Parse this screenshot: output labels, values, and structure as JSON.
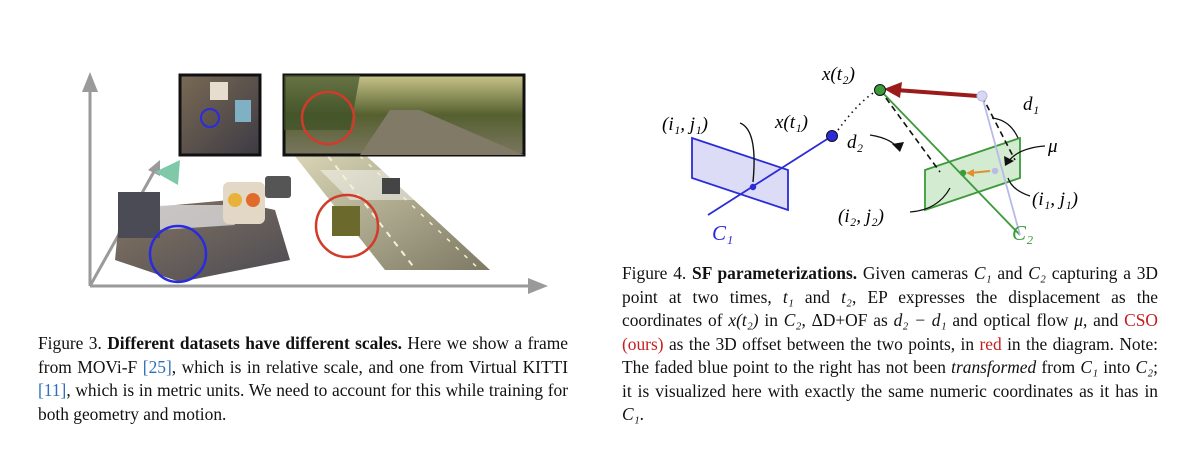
{
  "figure3": {
    "caption": {
      "label": "Figure 3.",
      "title": "Different datasets have different scales.",
      "t1": " Here we show a frame from MOVi-F ",
      "cite1": "[25]",
      "t2": ", which is in relative scale, and one from Virtual KITTI ",
      "cite2": "[11]",
      "t3": ", which is in metric units. We need to account for this while training for both geometry and motion."
    }
  },
  "figure4": {
    "diagram": {
      "x_t2": "x(t₂)",
      "x_t1": "x(t₁)",
      "i1j1_left": "(i₁, j₁)",
      "i1j1_right": "(i₁, j₁)",
      "i2j2": "(i₂, j₂)",
      "d1": "d₁",
      "d2": "d₂",
      "mu": "μ",
      "c1": "C₁",
      "c2": "C₂",
      "colors": {
        "blue": "#2b2bd9",
        "green": "#3d9a3a",
        "red": "#9b1a1a",
        "orange": "#e0902e"
      }
    },
    "caption": {
      "label": "Figure 4.",
      "title": "SF parameterizations.",
      "t1": " Given cameras ",
      "c1": "C₁",
      "t2": " and ",
      "c2": "C₂",
      "t3": " capturing a 3D point at two times, ",
      "t_1": "t₁",
      "t4": " and ",
      "t_2": "t₂",
      "t5": ", EP expresses the displacement as the coordinates of ",
      "x_t2": "x(t₂)",
      "t6": " in ",
      "c2b": "C₂",
      "t7": ", ΔD+OF as ",
      "d2_d1": "d₂ − d₁",
      "t8": " and optical flow ",
      "mu": "μ",
      "t9": ", and ",
      "cso": "CSO (ours)",
      "t10": " as the 3D offset between the two points, in ",
      "red_word": "red",
      "t11": " in the diagram. Note: The faded blue point to the right has not been ",
      "transformed": "transformed",
      "t12": " from ",
      "c1b": "C₁",
      "t13": " into ",
      "c2c": "C₂",
      "t14": "; it is visualized here with exactly the same numeric coordinates as it has in ",
      "c1c": "C₁",
      "t15": "."
    }
  }
}
